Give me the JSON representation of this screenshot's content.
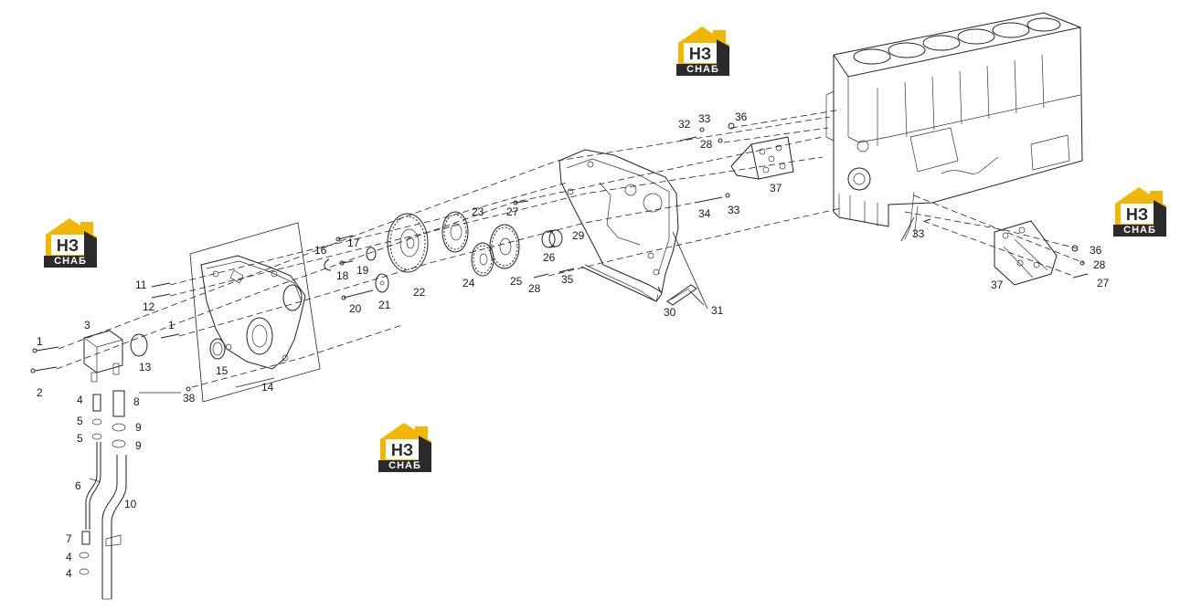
{
  "diagram": {
    "labels": [
      {
        "id": "l1a",
        "text": "1"
      },
      {
        "id": "l1b",
        "text": "1"
      },
      {
        "id": "l2",
        "text": "2"
      },
      {
        "id": "l3",
        "text": "3"
      },
      {
        "id": "l4a",
        "text": "4"
      },
      {
        "id": "l4b",
        "text": "4"
      },
      {
        "id": "l4c",
        "text": "4"
      },
      {
        "id": "l5a",
        "text": "5"
      },
      {
        "id": "l5b",
        "text": "5"
      },
      {
        "id": "l6",
        "text": "6"
      },
      {
        "id": "l7",
        "text": "7"
      },
      {
        "id": "l8",
        "text": "8"
      },
      {
        "id": "l9a",
        "text": "9"
      },
      {
        "id": "l9b",
        "text": "9"
      },
      {
        "id": "l10",
        "text": "10"
      },
      {
        "id": "l11",
        "text": "11"
      },
      {
        "id": "l12",
        "text": "12"
      },
      {
        "id": "l13",
        "text": "13"
      },
      {
        "id": "l14",
        "text": "14"
      },
      {
        "id": "l15",
        "text": "15"
      },
      {
        "id": "l16",
        "text": "16"
      },
      {
        "id": "l17",
        "text": "17"
      },
      {
        "id": "l18",
        "text": "18"
      },
      {
        "id": "l19",
        "text": "19"
      },
      {
        "id": "l20",
        "text": "20"
      },
      {
        "id": "l21",
        "text": "21"
      },
      {
        "id": "l22",
        "text": "22"
      },
      {
        "id": "l23",
        "text": "23"
      },
      {
        "id": "l24",
        "text": "24"
      },
      {
        "id": "l25",
        "text": "25"
      },
      {
        "id": "l26",
        "text": "26"
      },
      {
        "id": "l27a",
        "text": "27"
      },
      {
        "id": "l27b",
        "text": "27"
      },
      {
        "id": "l28a",
        "text": "28"
      },
      {
        "id": "l28b",
        "text": "28"
      },
      {
        "id": "l28c",
        "text": "28"
      },
      {
        "id": "l29",
        "text": "29"
      },
      {
        "id": "l30",
        "text": "30"
      },
      {
        "id": "l31",
        "text": "31"
      },
      {
        "id": "l32",
        "text": "32"
      },
      {
        "id": "l33a",
        "text": "33"
      },
      {
        "id": "l33b",
        "text": "33"
      },
      {
        "id": "l33c",
        "text": "33"
      },
      {
        "id": "l34",
        "text": "34"
      },
      {
        "id": "l35",
        "text": "35"
      },
      {
        "id": "l36a",
        "text": "36"
      },
      {
        "id": "l36b",
        "text": "36"
      },
      {
        "id": "l37a",
        "text": "37"
      },
      {
        "id": "l37b",
        "text": "37"
      },
      {
        "id": "l38",
        "text": "38"
      }
    ]
  },
  "watermark": {
    "logo_mark": "НЗ",
    "logo_text": "СНАБ",
    "colors": {
      "yellow": "#f2b705",
      "dark": "#2a2a2a"
    }
  }
}
